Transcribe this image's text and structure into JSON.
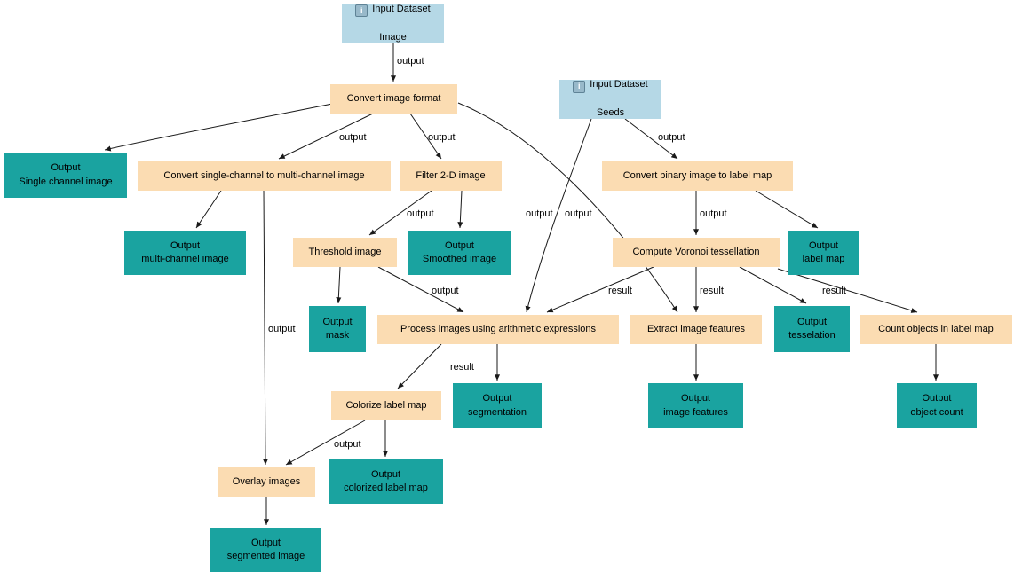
{
  "colors": {
    "input": "#b5d8e6",
    "tool": "#fbdcb2",
    "output": "#1aa3a0",
    "edge": "#1a1a1a",
    "text": "#000000"
  },
  "icons": {
    "info": "i"
  },
  "nodes": [
    {
      "id": "input_dataset_image",
      "type": "input",
      "line1": "Input Dataset",
      "line2": "Image"
    },
    {
      "id": "convert_image_format",
      "type": "tool",
      "label": "Convert image format"
    },
    {
      "id": "input_dataset_seeds",
      "type": "input",
      "line1": "Input Dataset",
      "line2": "Seeds"
    },
    {
      "id": "output_single_channel_image",
      "type": "output",
      "label": "Output\nSingle channel image"
    },
    {
      "id": "convert_single_channel_to_multi_channel",
      "type": "tool",
      "label": "Convert single-channel to multi-channel image"
    },
    {
      "id": "filter_2d_image",
      "type": "tool",
      "label": "Filter 2-D image"
    },
    {
      "id": "convert_binary_image_to_label_map",
      "type": "tool",
      "label": "Convert binary image to label map"
    },
    {
      "id": "output_multi_channel_image",
      "type": "output",
      "label": "Output\nmulti-channel image"
    },
    {
      "id": "threshold_image",
      "type": "tool",
      "label": "Threshold image"
    },
    {
      "id": "output_smoothed_image",
      "type": "output",
      "label": "Output\nSmoothed image"
    },
    {
      "id": "compute_voronoi_tessellation",
      "type": "tool",
      "label": "Compute Voronoi tessellation"
    },
    {
      "id": "output_label_map",
      "type": "output",
      "label": "Output\nlabel map"
    },
    {
      "id": "output_mask",
      "type": "output",
      "label": "Output\nmask"
    },
    {
      "id": "process_images_arithmetic",
      "type": "tool",
      "label": "Process images using arithmetic expressions"
    },
    {
      "id": "extract_image_features",
      "type": "tool",
      "label": "Extract image features"
    },
    {
      "id": "output_tesselation",
      "type": "output",
      "label": "Output\ntesselation"
    },
    {
      "id": "count_objects_in_label_map",
      "type": "tool",
      "label": "Count objects in label map"
    },
    {
      "id": "output_segmentation",
      "type": "output",
      "label": "Output\nsegmentation"
    },
    {
      "id": "colorize_label_map",
      "type": "tool",
      "label": "Colorize label map"
    },
    {
      "id": "output_image_features",
      "type": "output",
      "label": "Output\nimage features"
    },
    {
      "id": "output_object_count",
      "type": "output",
      "label": "Output\nobject count"
    },
    {
      "id": "overlay_images",
      "type": "tool",
      "label": "Overlay images"
    },
    {
      "id": "output_colorized_label_map",
      "type": "output",
      "label": "Output\ncolorized label map"
    },
    {
      "id": "output_segmented_image",
      "type": "output",
      "label": "Output\nsegmented image"
    }
  ],
  "edges": [
    {
      "from": "input_dataset_image",
      "to": "convert_image_format",
      "label": "output"
    },
    {
      "from": "convert_image_format",
      "to": "output_single_channel_image",
      "label": ""
    },
    {
      "from": "convert_image_format",
      "to": "convert_single_channel_to_multi_channel",
      "label": "output"
    },
    {
      "from": "convert_image_format",
      "to": "filter_2d_image",
      "label": "output"
    },
    {
      "from": "convert_image_format",
      "to": "extract_image_features",
      "label": "output"
    },
    {
      "from": "input_dataset_seeds",
      "to": "convert_binary_image_to_label_map",
      "label": "output"
    },
    {
      "from": "input_dataset_seeds",
      "to": "process_images_arithmetic",
      "label": "output"
    },
    {
      "from": "convert_single_channel_to_multi_channel",
      "to": "output_multi_channel_image",
      "label": ""
    },
    {
      "from": "convert_single_channel_to_multi_channel",
      "to": "overlay_images",
      "label": "output"
    },
    {
      "from": "filter_2d_image",
      "to": "threshold_image",
      "label": "output"
    },
    {
      "from": "filter_2d_image",
      "to": "output_smoothed_image",
      "label": ""
    },
    {
      "from": "convert_binary_image_to_label_map",
      "to": "compute_voronoi_tessellation",
      "label": "output"
    },
    {
      "from": "convert_binary_image_to_label_map",
      "to": "output_label_map",
      "label": ""
    },
    {
      "from": "threshold_image",
      "to": "output_mask",
      "label": ""
    },
    {
      "from": "threshold_image",
      "to": "process_images_arithmetic",
      "label": "output"
    },
    {
      "from": "compute_voronoi_tessellation",
      "to": "process_images_arithmetic",
      "label": "result"
    },
    {
      "from": "compute_voronoi_tessellation",
      "to": "extract_image_features",
      "label": "result"
    },
    {
      "from": "compute_voronoi_tessellation",
      "to": "output_tesselation",
      "label": ""
    },
    {
      "from": "compute_voronoi_tessellation",
      "to": "count_objects_in_label_map",
      "label": "result"
    },
    {
      "from": "process_images_arithmetic",
      "to": "output_segmentation",
      "label": ""
    },
    {
      "from": "process_images_arithmetic",
      "to": "colorize_label_map",
      "label": "result"
    },
    {
      "from": "extract_image_features",
      "to": "output_image_features",
      "label": ""
    },
    {
      "from": "count_objects_in_label_map",
      "to": "output_object_count",
      "label": ""
    },
    {
      "from": "colorize_label_map",
      "to": "output_colorized_label_map",
      "label": ""
    },
    {
      "from": "colorize_label_map",
      "to": "overlay_images",
      "label": "output"
    },
    {
      "from": "overlay_images",
      "to": "output_segmented_image",
      "label": ""
    }
  ]
}
